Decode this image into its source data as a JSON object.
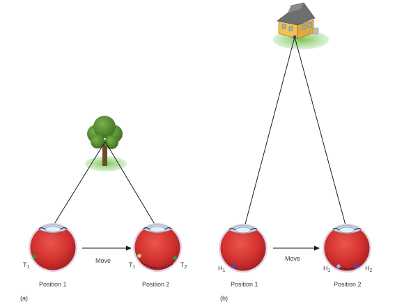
{
  "colors": {
    "eye_red": "#d93a35",
    "eye_dark": "#a91f22",
    "sclera_ring": "#e8e0ea",
    "tree_green": "#4f8a2c",
    "grass_green": "#5fae3c",
    "house_yellow": "#f2c14e",
    "house_roof": "#6e6e6e",
    "point_green": "#2f9e3b",
    "point_blue": "#2656c8",
    "line": "#1a1a1a"
  },
  "panel_a": {
    "id": "(a)",
    "object_icon": "tree-icon",
    "move_label": "Move",
    "position1": "Position 1",
    "position2": "Position 2",
    "mark1": {
      "letter": "T",
      "sub": "1"
    },
    "mark2_ghost": {
      "letter": "T",
      "sub": "1"
    },
    "mark2": {
      "letter": "T",
      "sub": "2"
    }
  },
  "panel_b": {
    "id": "(b)",
    "object_icon": "house-icon",
    "move_label": "Move",
    "position1": "Position 1",
    "position2": "Position 2",
    "mark1": {
      "letter": "H",
      "sub": "1"
    },
    "mark2_ghost": {
      "letter": "H",
      "sub": "1"
    },
    "mark2": {
      "letter": "H",
      "sub": "2"
    }
  }
}
